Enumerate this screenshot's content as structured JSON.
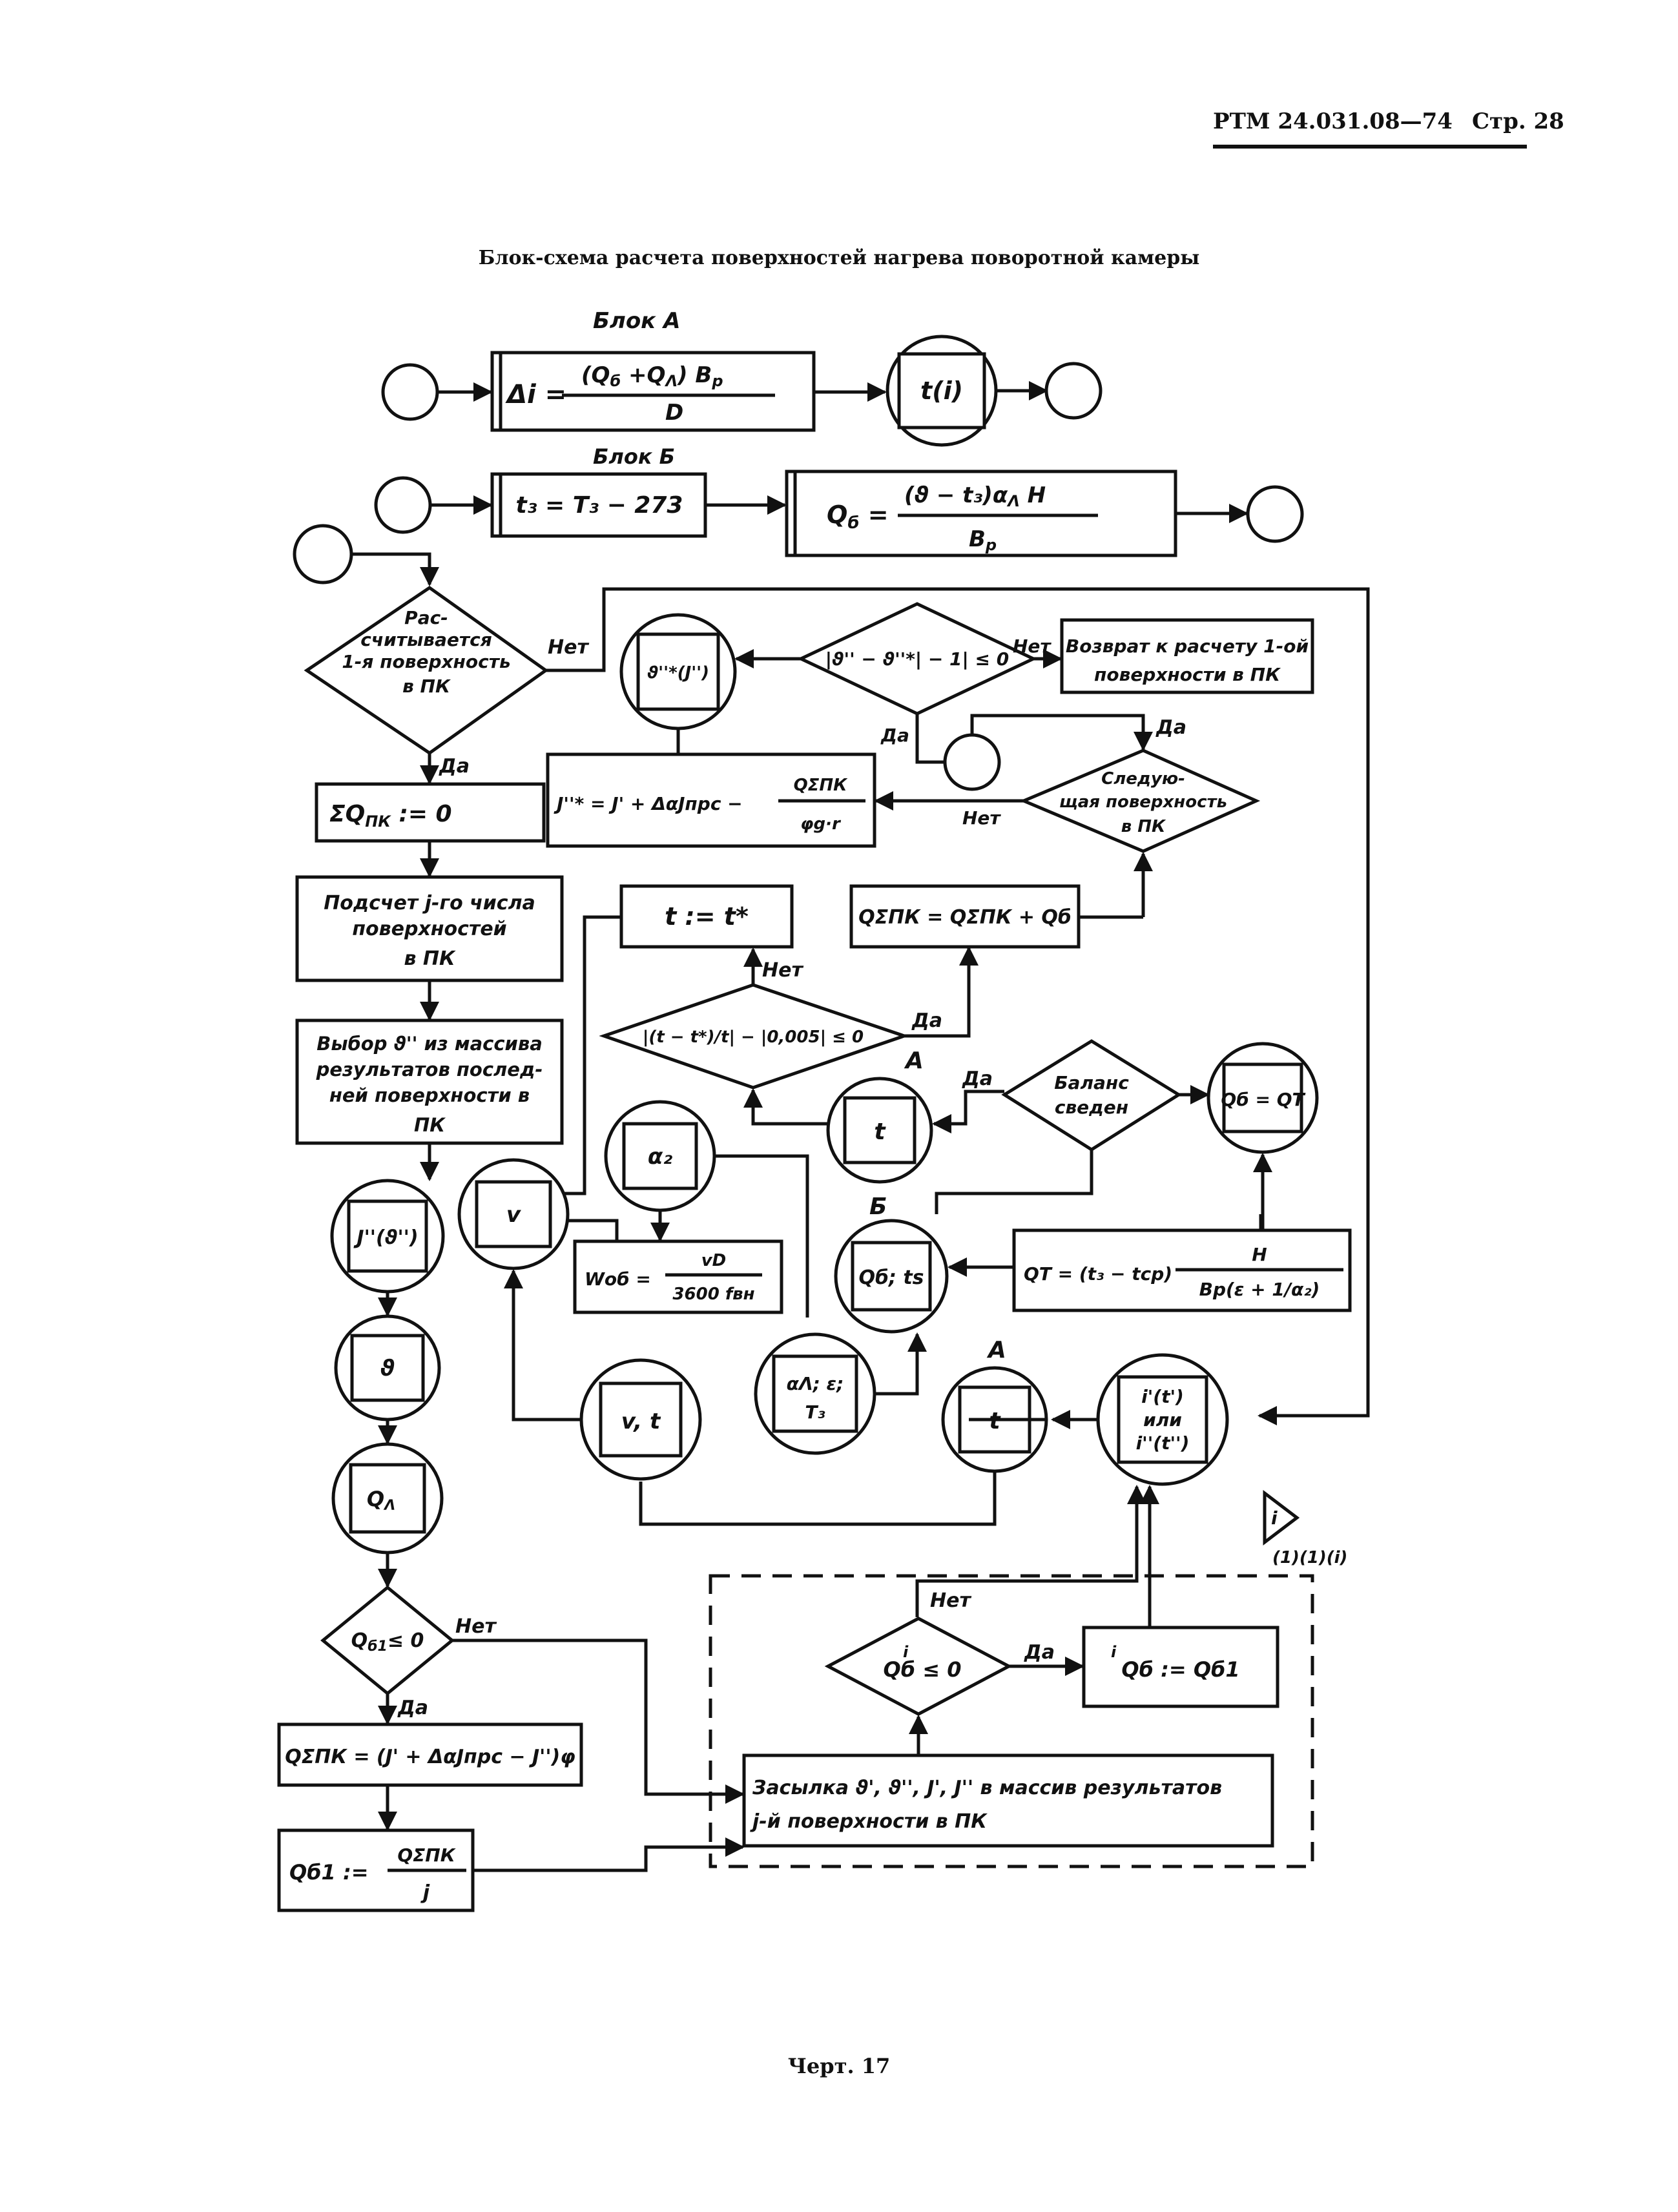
{
  "header": {
    "doc_code": "РТМ 24.031.08—74",
    "page": "Стр. 28"
  },
  "title": "Блок-схема расчета поверхностей нагрева поворотной камеры",
  "caption": "Черт. 17",
  "labels": {
    "block_a": "Блок А",
    "block_b": "Блок Б",
    "yes": "Да",
    "no": "Нет",
    "conn_a1": "А",
    "conn_a2": "А",
    "conn_b": "Б",
    "flag_i": "i",
    "flag_args": "(1)(1)(i)"
  },
  "nodes": {
    "delta_i": {
      "l1": "(Q",
      "l1b": "б",
      "l1c": "+Q",
      "l1d": "Λ",
      "l1e": ")B",
      "l1f": "p",
      "lhs": "Δi =",
      "den": "D"
    },
    "t_of_i": "t(i)",
    "t3": "t₃ = T₃ − 273",
    "q_b": {
      "lhs": "Q",
      "lhs_sub": "б",
      "num": "(ϑ − t₃)α",
      "num_sub": "Λ",
      "num2": "H",
      "den": "B",
      "den_sub": "p"
    },
    "first_surface": [
      "Рас-",
      "считывается",
      "1-я поверхность",
      "в ПК"
    ],
    "sum_q_zero": "ΣQ",
    "sum_q_zero_sub": "ПК",
    "sum_q_zero_rhs": ":= 0",
    "count_j": [
      "Подсчет j-го числа",
      "поверхностей",
      "в ПК"
    ],
    "choose_theta": [
      "Выбор ϑ'' из массива",
      "результатов послед-",
      "ней поверхности в",
      "ПК"
    ],
    "j_of_theta": "J''(ϑ'')",
    "theta": "ϑ",
    "q_l": "Q",
    "q_l_sub": "Λ",
    "q_b1_check": "Q",
    "q_b1_check_sub": "б1",
    "q_b1_check_rhs": "≤ 0",
    "q_sum_formula": "QΣПК = (J' + ΔαJпрс − J'')φ",
    "q_b1_div": {
      "lhs": "Qб1 :=",
      "num": "QΣПК",
      "den": "j"
    },
    "theta_star_j": "ϑ''*(J'')",
    "theta_check": "|ϑ'' − ϑ''*| − 1| ≤ 0",
    "return_first": [
      "Возврат к расчету 1-ой",
      "поверхности в ПК"
    ],
    "j_formula": {
      "lhs": "J''* = J' + ΔαJпрс −",
      "num": "QΣПК",
      "den": "φg·r"
    },
    "next_surface": [
      "Следую-",
      "щая поверхность",
      "в ПК"
    ],
    "t_assign": "t := t*",
    "q_sum_acc": "QΣПК = QΣПК + Qб",
    "t_check": "|(t − t*)/t| − |0,005| ≤ 0",
    "t_a": "t",
    "balance": [
      "Баланс",
      "сведен"
    ],
    "qb_eq_qt": "Qб = QT",
    "v_node": "v",
    "alpha2": "α₂",
    "w_formula": {
      "lhs": "Wоб =",
      "num": "vD",
      "den": "3600 fвн"
    },
    "qb_ts": "Qб; ts",
    "qt_formula": {
      "lhs": "QT = (t₃ − tср)",
      "num": "H",
      "den": "Bp(ε + 1/α₂)"
    },
    "v_t": "v, t",
    "alpha_eps_t": [
      "αΛ; ε;",
      "T₃"
    ],
    "t_a2": "t",
    "i_t": [
      "i'(t')",
      "или",
      "i''(t'')"
    ],
    "qbi_check": {
      "l1": "i",
      "l2": "Qб ≤ 0"
    },
    "qbi_assign": {
      "l1": "i",
      "l2": "Qб := Qб1"
    },
    "send_results": [
      "Засылка ϑ', ϑ'', J', J'' в массив результатов",
      "j-й поверхности в ПК"
    ]
  }
}
